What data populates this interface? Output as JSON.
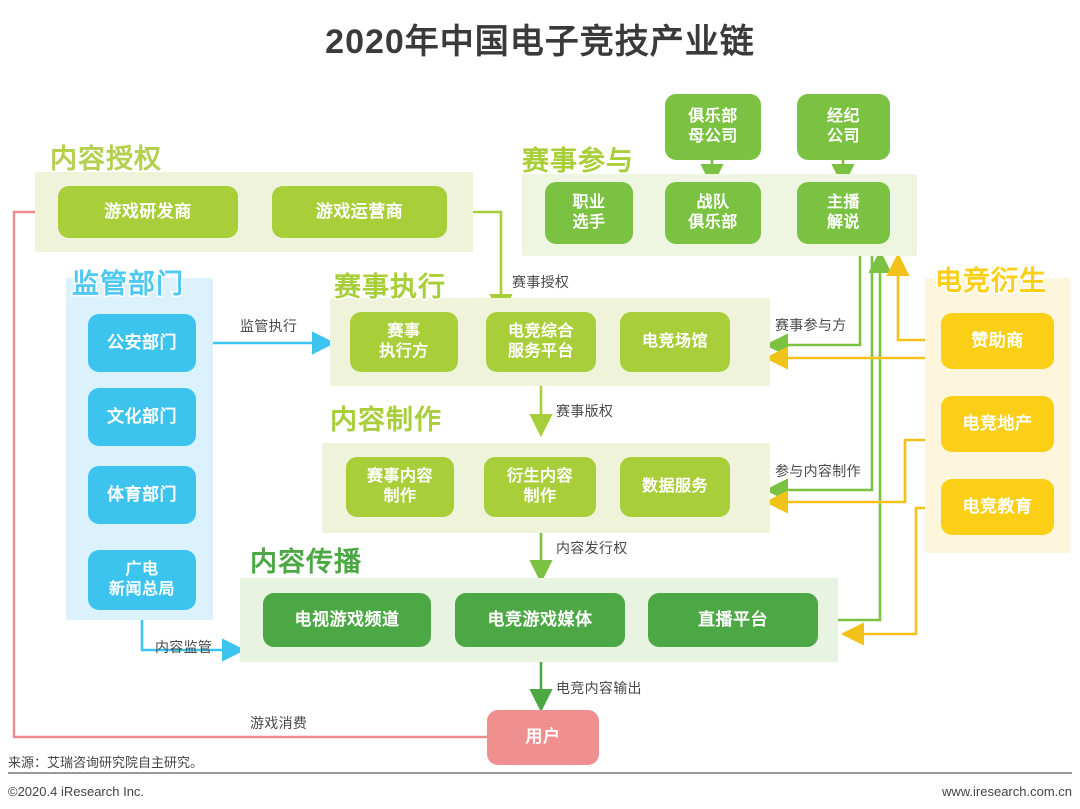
{
  "title": "2020年中国电子竞技产业链",
  "sections": {
    "content_license": {
      "heading": "内容授权",
      "nodes": [
        {
          "label": "游戏研发商"
        },
        {
          "label": "游戏运营商"
        }
      ]
    },
    "regulator": {
      "heading": "监管部门",
      "nodes": [
        {
          "label": "公安部门"
        },
        {
          "label": "文化部门"
        },
        {
          "label": "体育部门"
        },
        {
          "label": "广电\n新闻总局"
        }
      ]
    },
    "event_participation": {
      "heading": "赛事参与",
      "top_nodes": [
        {
          "label": "俱乐部\n母公司"
        },
        {
          "label": "经纪\n公司"
        }
      ],
      "nodes": [
        {
          "label": "职业\n选手"
        },
        {
          "label": "战队\n俱乐部"
        },
        {
          "label": "主播\n解说"
        }
      ]
    },
    "event_execution": {
      "heading": "赛事执行",
      "nodes": [
        {
          "label": "赛事\n执行方"
        },
        {
          "label": "电竞综合\n服务平台"
        },
        {
          "label": "电竞场馆"
        }
      ]
    },
    "content_production": {
      "heading": "内容制作",
      "nodes": [
        {
          "label": "赛事内容\n制作"
        },
        {
          "label": "衍生内容\n制作"
        },
        {
          "label": "数据服务"
        }
      ]
    },
    "content_distribution": {
      "heading": "内容传播",
      "nodes": [
        {
          "label": "电视游戏频道"
        },
        {
          "label": "电竞游戏媒体"
        },
        {
          "label": "直播平台"
        }
      ]
    },
    "esports_derivative": {
      "heading": "电竞衍生",
      "nodes": [
        {
          "label": "赞助商"
        },
        {
          "label": "电竞地产"
        },
        {
          "label": "电竞教育"
        }
      ]
    },
    "user": {
      "label": "用户"
    }
  },
  "flow_labels": {
    "regulation_enforcement": "监管执行",
    "event_authorization": "赛事授权",
    "event_participants": "赛事参与方",
    "event_copyright": "赛事版权",
    "join_content_production": "参与内容制作",
    "content_distribution_right": "内容发行权",
    "content_supervision": "内容监管",
    "esports_content_output": "电竞内容输出",
    "game_consumption": "游戏消费"
  },
  "footer": {
    "source": "来源：艾瑞咨询研究院自主研究。",
    "copyright": "©2020.4 iResearch Inc.",
    "website": "www.iresearch.com.cn"
  },
  "colors": {
    "yellow_green": "#a8ce3a",
    "mid_green": "#7cc242",
    "deep_green": "#4ca845",
    "blue": "#3cc4ef",
    "yellow": "#fbcf15",
    "pink": "#f08f90",
    "title_text": "#3a3a3a"
  }
}
